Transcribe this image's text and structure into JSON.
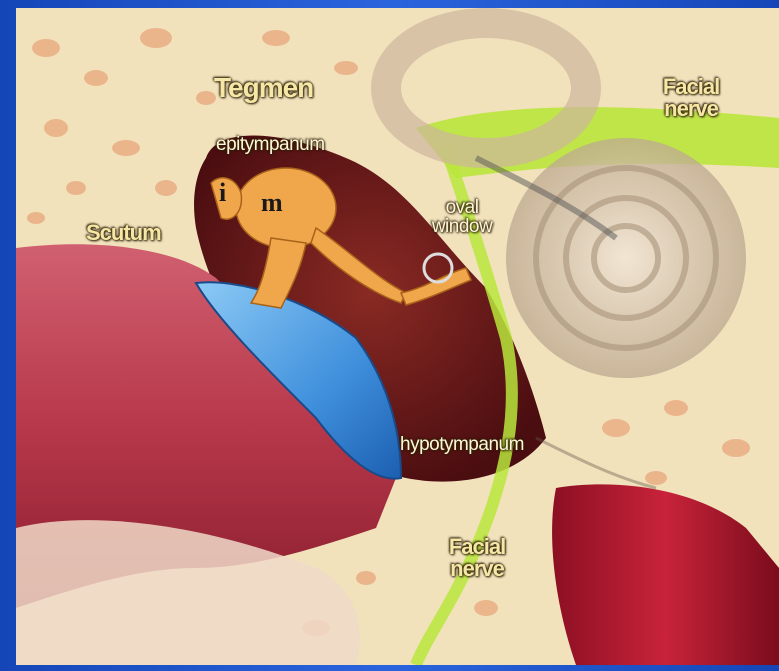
{
  "labels": {
    "tegmen": "Tegmen",
    "epitympanum": "epitympanum",
    "scutum": "Scutum",
    "incus": "i",
    "malleus": "m",
    "oval_window_line1": "oval",
    "oval_window_line2": "window",
    "facial_nerve_top_line1": "Facial",
    "facial_nerve_top_line2": "nerve",
    "hypotympanum": "hypotympanum",
    "facial_nerve_bottom_line1": "Facial",
    "facial_nerve_bottom_line2": "nerve"
  },
  "colors": {
    "bone": "#f1e2bc",
    "cavity": "#6e1a1a",
    "canal": "#c23a4a",
    "tympanic_membrane": "#4aa3e6",
    "ossicles": "#f0a64a",
    "facial_nerve": "#b9e63c",
    "cochlea": "#d9c7b0",
    "frame": "#1a4fc4"
  }
}
